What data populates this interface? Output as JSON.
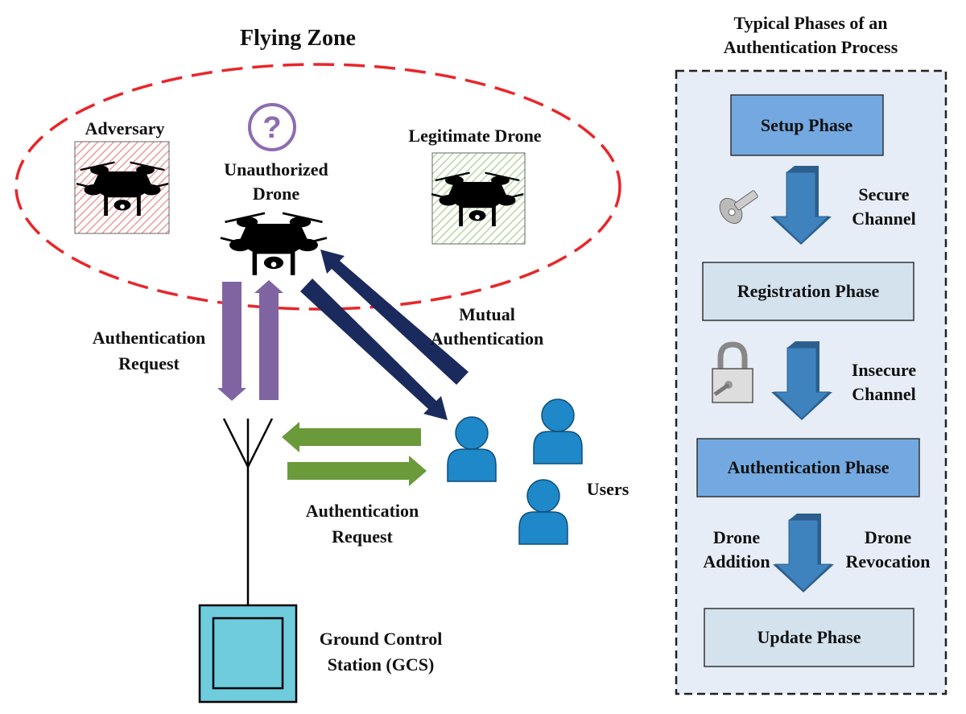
{
  "left": {
    "zone_title": "Flying Zone",
    "adversary": "Adversary",
    "unauthorized": [
      "Unauthorized",
      "Drone"
    ],
    "legitimate": "Legitimate Drone",
    "auth_request_vertical": [
      "Authentication",
      "Request"
    ],
    "mutual_auth": [
      "Mutual",
      "Authentication"
    ],
    "auth_request_horizontal": [
      "Authentication",
      "Request"
    ],
    "users": "Users",
    "gcs": [
      "Ground Control",
      "Station (GCS)"
    ]
  },
  "right": {
    "title": [
      "Typical Phases of an",
      "Authentication Process"
    ],
    "phases": [
      "Setup Phase",
      "Registration Phase",
      "Authentication Phase",
      "Update Phase"
    ],
    "secure_channel": [
      "Secure",
      "Channel"
    ],
    "insecure_channel": [
      "Insecure",
      "Channel"
    ],
    "drone_addition": [
      "Drone",
      "Addition"
    ],
    "drone_revocation": [
      "Drone",
      "Revocation"
    ]
  },
  "colors": {
    "zone_border": "#E8262A",
    "purple": "#8064A2",
    "navy": "#1B2A5C",
    "green": "#6A9A3A",
    "user_blue": "#1E88C8",
    "gcs": "#6ECCDD",
    "phase_dark": "#73A9E0",
    "phase_light": "#D4E2EE",
    "panel": "#E6EDF6"
  }
}
